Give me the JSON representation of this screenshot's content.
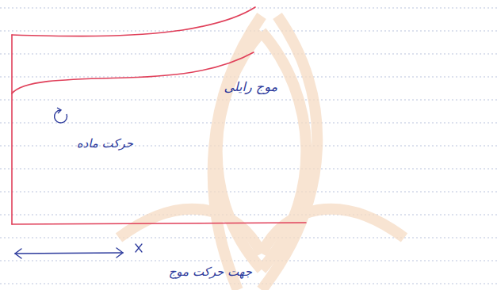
{
  "diagram": {
    "labels": [
      "موج رایلی",
      "حرکت ماده",
      "جهت حرکت موج"
    ]
  }
}
